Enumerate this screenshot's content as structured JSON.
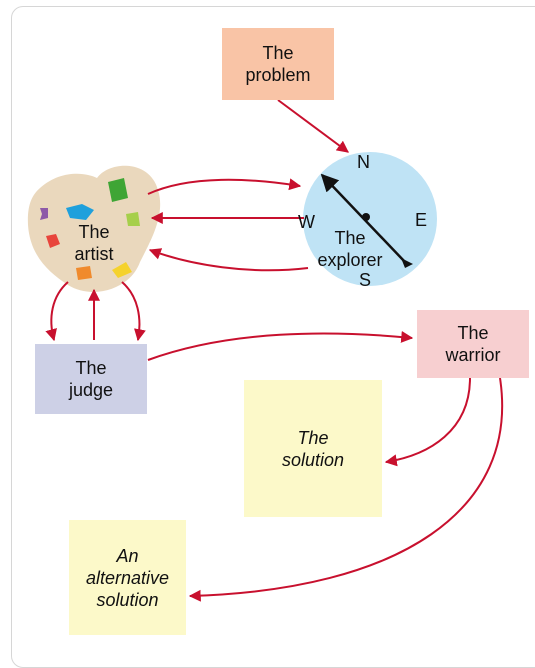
{
  "nodes": {
    "problem": "The\nproblem",
    "artist": "The\nartist",
    "explorer": "The\nexplorer",
    "judge": "The\njudge",
    "warrior": "The\nwarrior",
    "solution": "The\nsolution",
    "alternative": "An\nalternative\nsolution"
  },
  "compass": {
    "north": "N",
    "south": "S",
    "east": "E",
    "west": "W"
  },
  "colors": {
    "arrow": "#c8102e",
    "compass_fill": "#bfe3f5",
    "palette_fill": "#ead8bd"
  }
}
